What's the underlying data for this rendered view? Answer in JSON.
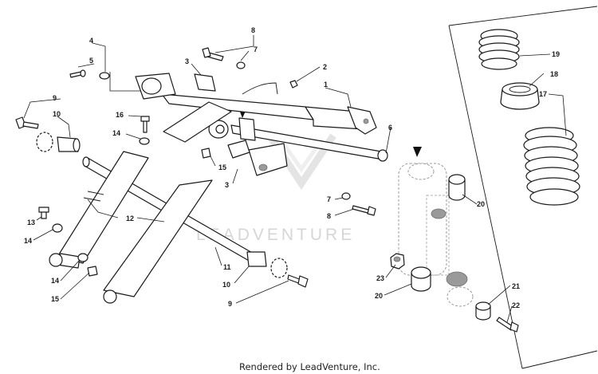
{
  "diagram": {
    "callouts": [
      {
        "id": "c8a",
        "label": "8"
      },
      {
        "id": "c4",
        "label": "4"
      },
      {
        "id": "c5",
        "label": "5"
      },
      {
        "id": "c7a",
        "label": "7"
      },
      {
        "id": "c3a",
        "label": "3"
      },
      {
        "id": "c2",
        "label": "2"
      },
      {
        "id": "c1",
        "label": "1"
      },
      {
        "id": "c9a",
        "label": "9"
      },
      {
        "id": "c10a",
        "label": "10"
      },
      {
        "id": "c16",
        "label": "16"
      },
      {
        "id": "c14a",
        "label": "14"
      },
      {
        "id": "c15a",
        "label": "15"
      },
      {
        "id": "c3b",
        "label": "3"
      },
      {
        "id": "c6",
        "label": "6"
      },
      {
        "id": "c7b",
        "label": "7"
      },
      {
        "id": "c8b",
        "label": "8"
      },
      {
        "id": "c13",
        "label": "13"
      },
      {
        "id": "c14b",
        "label": "14"
      },
      {
        "id": "c12",
        "label": "12"
      },
      {
        "id": "c14c",
        "label": "14"
      },
      {
        "id": "c15b",
        "label": "15"
      },
      {
        "id": "c11",
        "label": "11"
      },
      {
        "id": "c10b",
        "label": "10"
      },
      {
        "id": "c9b",
        "label": "9"
      },
      {
        "id": "c19",
        "label": "19"
      },
      {
        "id": "c18",
        "label": "18"
      },
      {
        "id": "c17",
        "label": "17"
      },
      {
        "id": "c20a",
        "label": "20"
      },
      {
        "id": "c23",
        "label": "23"
      },
      {
        "id": "c20b",
        "label": "20"
      },
      {
        "id": "c21",
        "label": "21"
      },
      {
        "id": "c22",
        "label": "22"
      }
    ],
    "watermark": "LEADVENTURE",
    "footer": "Rendered by LeadVenture, Inc."
  }
}
